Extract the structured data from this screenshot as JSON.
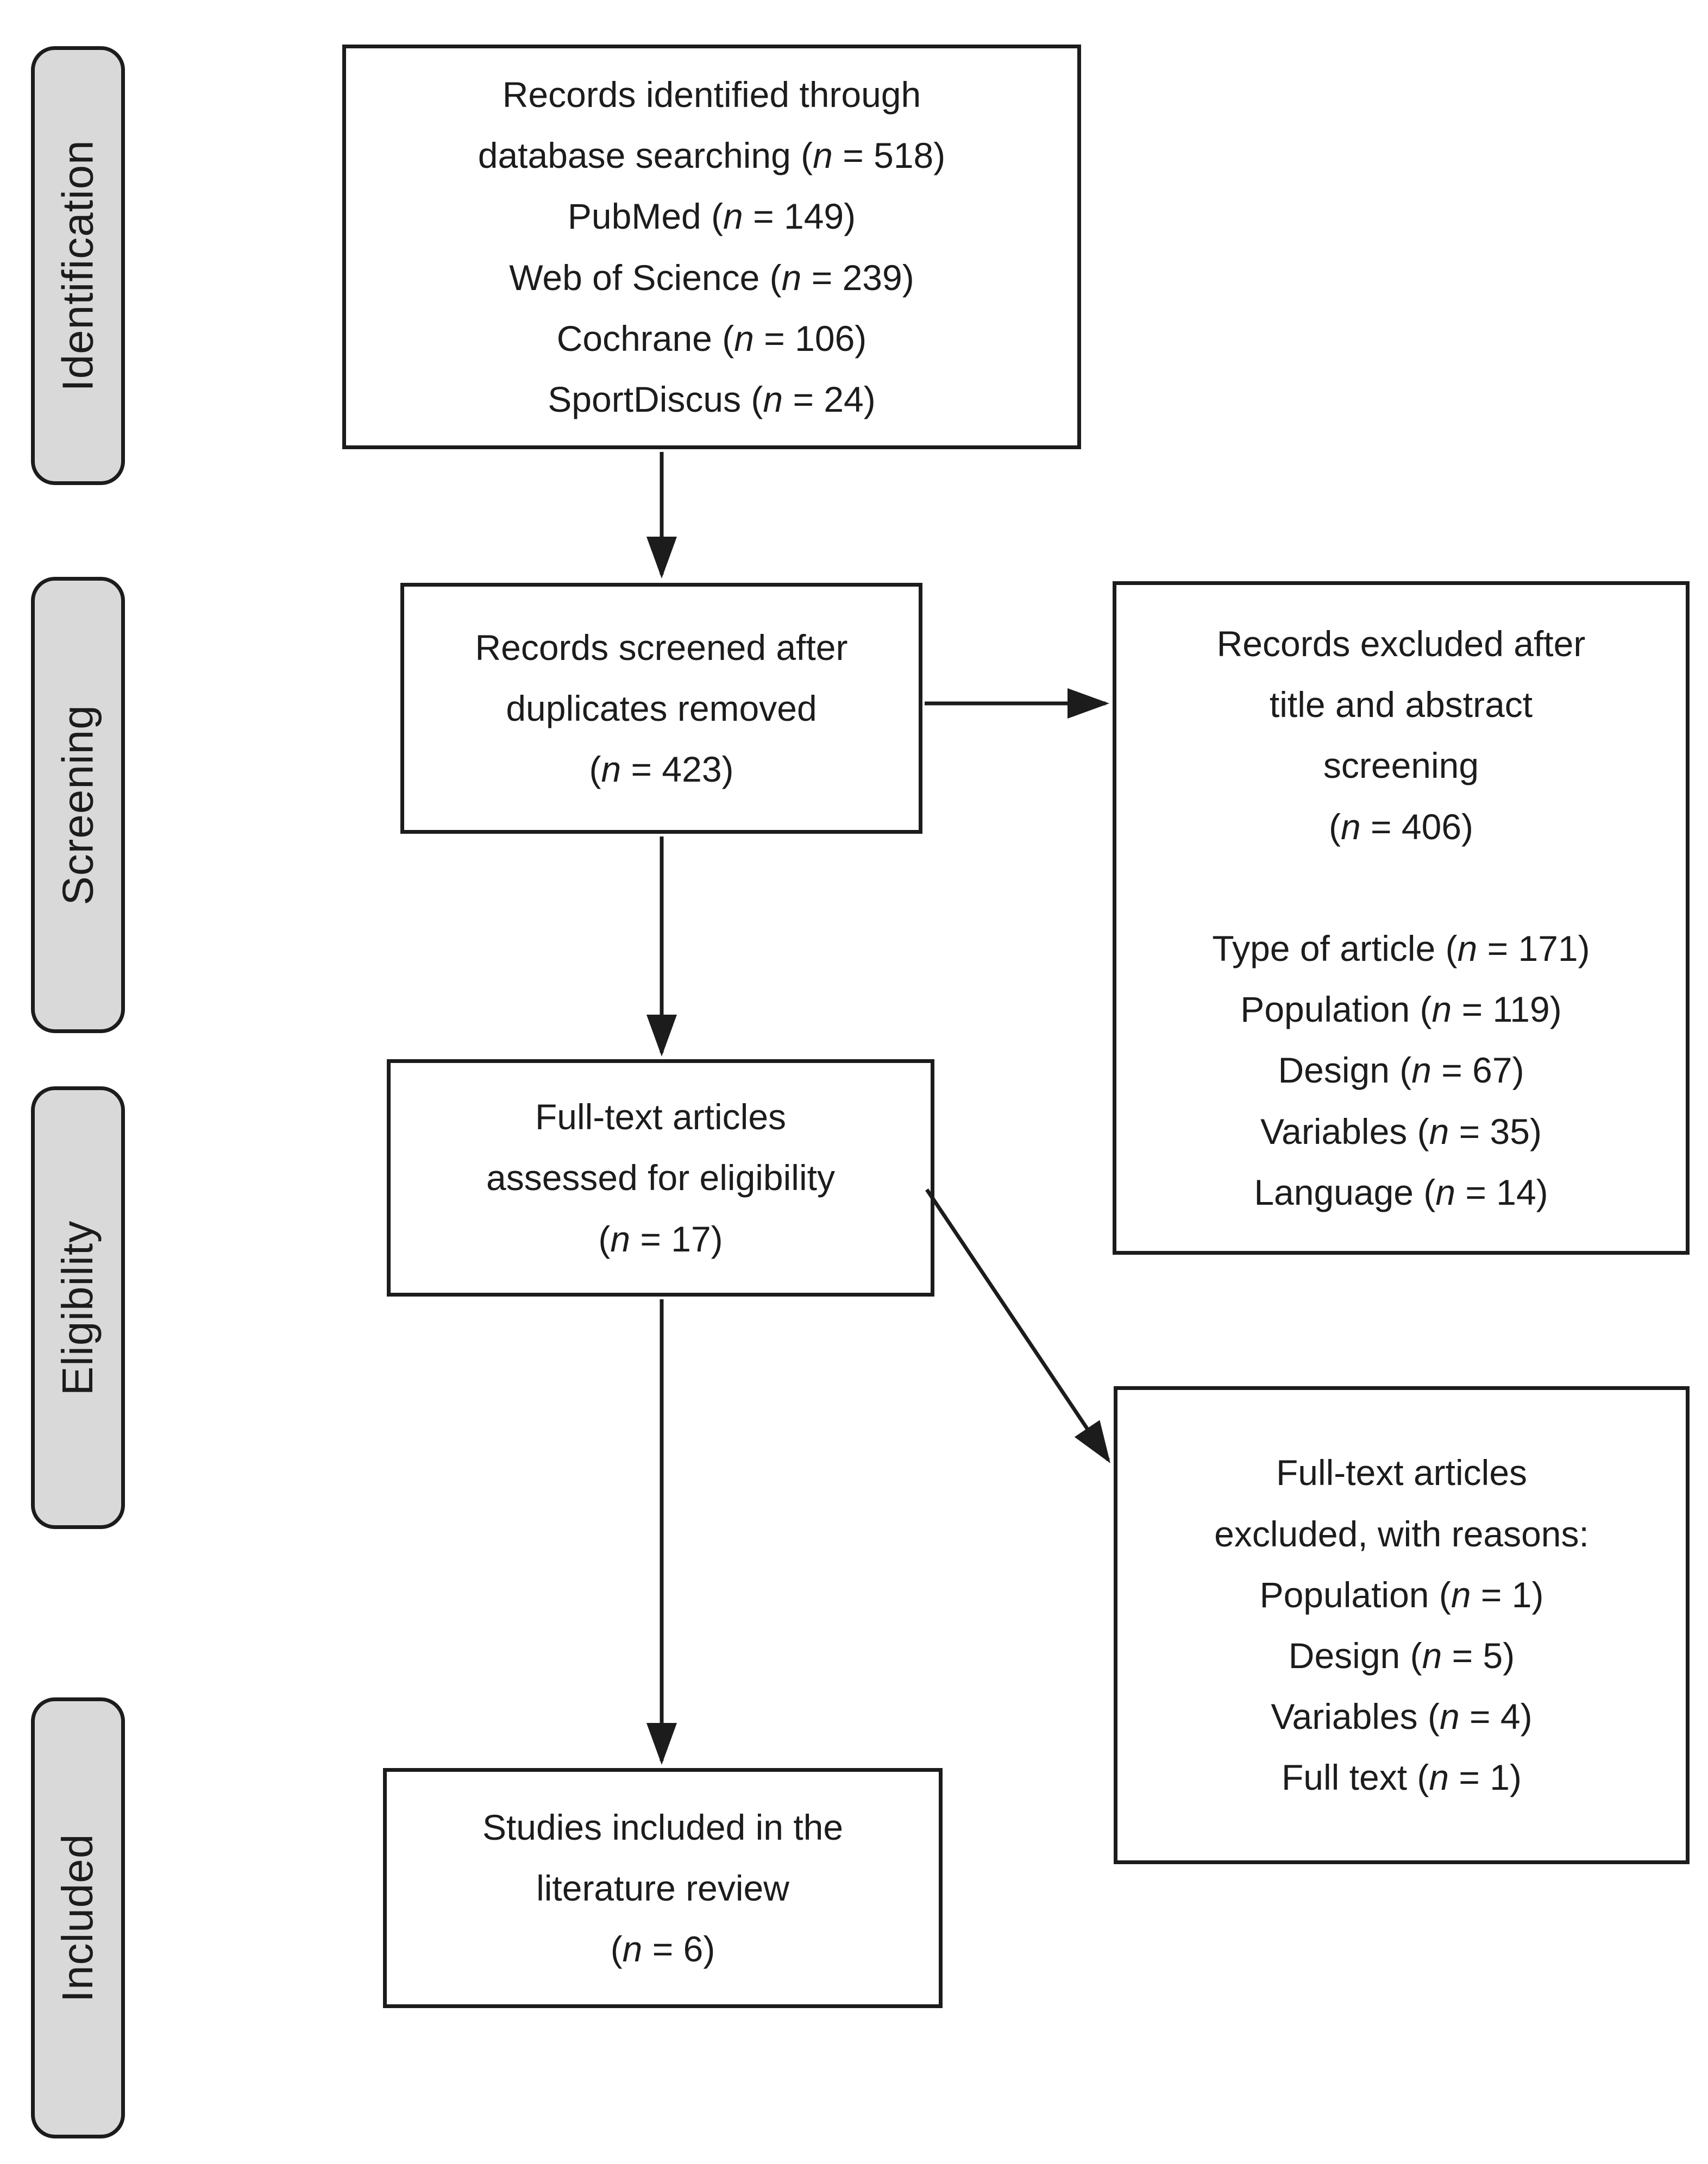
{
  "colors": {
    "bg": "#ffffff",
    "ink": "#1c1c1c",
    "stage_fill": "#d9d9d9"
  },
  "stages": [
    {
      "id": "identification",
      "label": "Identification"
    },
    {
      "id": "screening",
      "label": "Screening"
    },
    {
      "id": "eligibility",
      "label": "Eligibility"
    },
    {
      "id": "included",
      "label": "Included"
    }
  ],
  "boxes": [
    {
      "id": "records-identified",
      "lines": [
        "Records identified through",
        "database searching (n = 518)",
        "PubMed (n = 149)",
        "Web of Science (n = 239)",
        "Cochrane (n = 106)",
        "SportDiscus (n = 24)"
      ]
    },
    {
      "id": "records-screened",
      "lines": [
        "Records screened after",
        "duplicates removed",
        "(n = 423)"
      ]
    },
    {
      "id": "records-excluded",
      "lines": [
        "Records excluded after",
        "title and abstract",
        "screening",
        "(n = 406)",
        "",
        "Type of article (n = 171)",
        "Population (n = 119)",
        "Design (n = 67)",
        "Variables (n = 35)",
        "Language (n = 14)"
      ]
    },
    {
      "id": "fulltext-assessed",
      "lines": [
        "Full-text articles",
        "assessed for eligibility",
        "(n = 17)"
      ]
    },
    {
      "id": "fulltext-excluded",
      "lines": [
        "Full-text articles",
        "excluded, with reasons:",
        "Population (n = 1)",
        "Design (n = 5)",
        "Variables (n = 4)",
        "Full text (n = 1)"
      ]
    },
    {
      "id": "studies-included",
      "lines": [
        "Studies included in the",
        "literature review",
        "(n = 6)"
      ]
    }
  ]
}
